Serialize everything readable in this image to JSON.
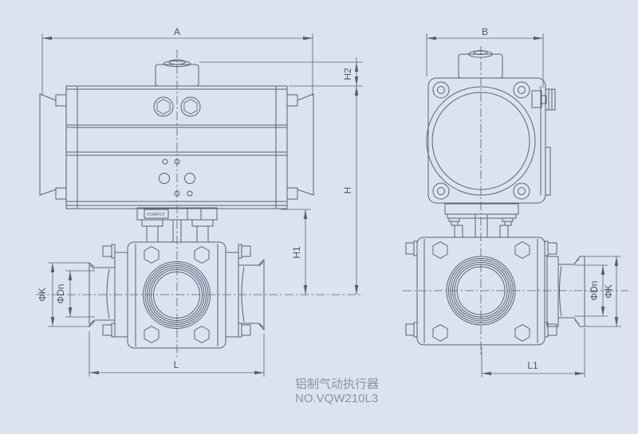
{
  "drawing": {
    "title": "pneumatic actuated tri-clamp ball valve dimensional drawing",
    "caption": {
      "line1": "铝制气动执行器",
      "line2": "NO.VQW210L3"
    },
    "labels": {
      "front": {
        "A": "A",
        "H": "H",
        "H1": "H1",
        "H2": "H2",
        "L": "L",
        "phi_k": "ΦK",
        "phi_dn": "ΦDn",
        "plate": "FORPOT"
      },
      "side": {
        "B": "B",
        "L1": "L1",
        "phi_k": "ΦK",
        "phi_dn": "ΦDn"
      }
    },
    "colors": {
      "background": "#dde2f0",
      "line": "#586175",
      "dimension_text": "#4a5468",
      "caption_text": "#8d93a3"
    }
  }
}
